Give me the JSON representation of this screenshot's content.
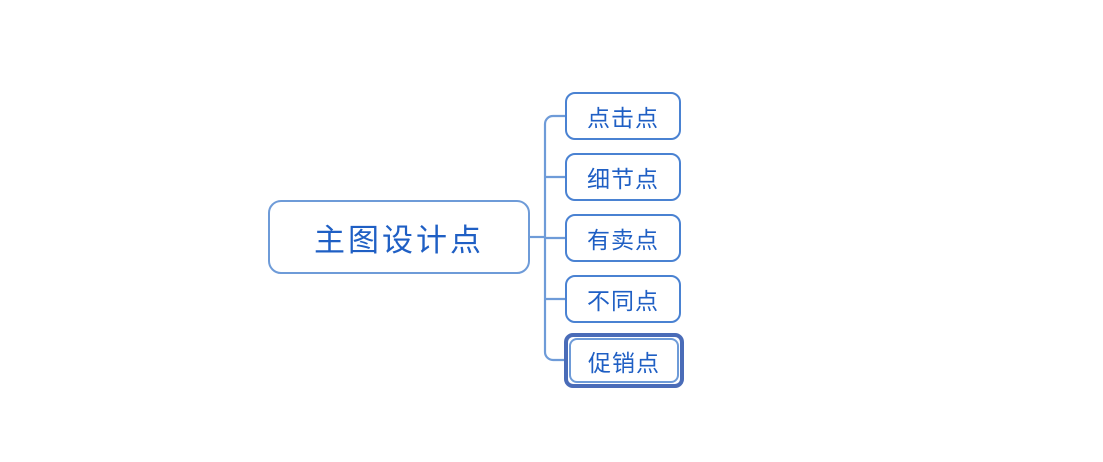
{
  "diagram": {
    "type": "mind-map",
    "background_color": "#ffffff",
    "node_text_color": "#1f5fc4",
    "node_border_color": "#4a82d2",
    "root_border_color": "#6e9bd8",
    "connector_color": "#6e9bd8",
    "selection_color": "#4a6cb8",
    "root": {
      "label": "主图设计点"
    },
    "children": [
      {
        "label": "点击点",
        "selected": false
      },
      {
        "label": "细节点",
        "selected": false
      },
      {
        "label": "有卖点",
        "selected": false
      },
      {
        "label": "不同点",
        "selected": false
      },
      {
        "label": "促销点",
        "selected": true
      }
    ]
  }
}
